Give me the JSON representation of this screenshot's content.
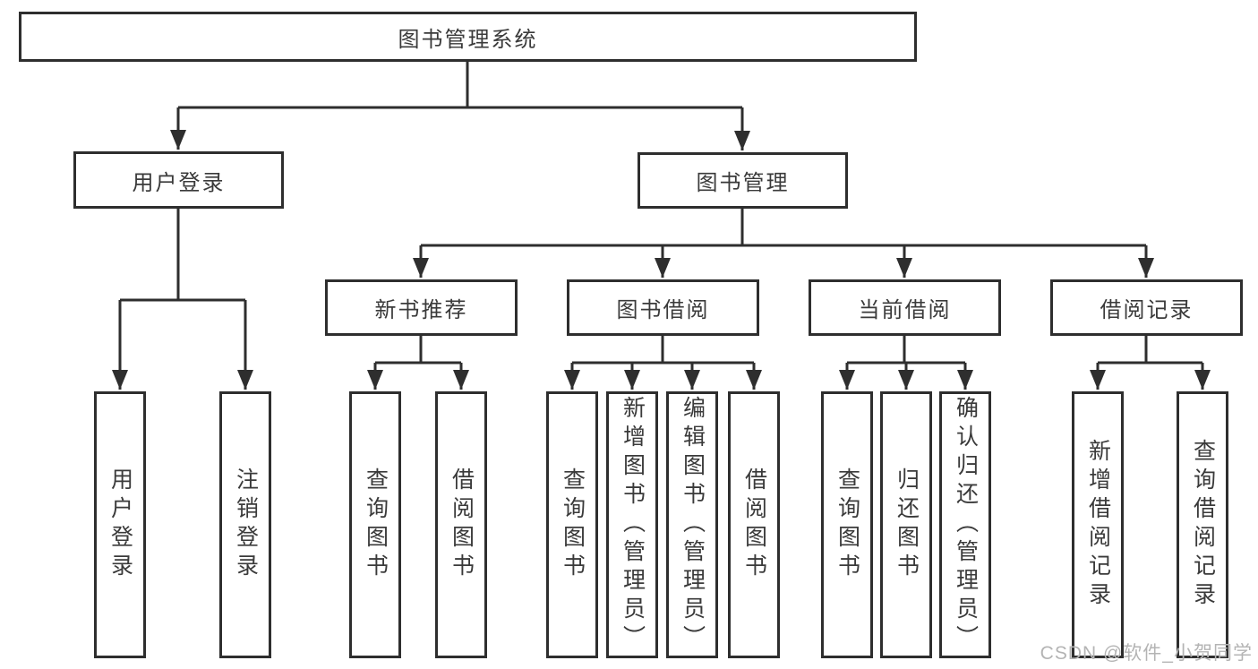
{
  "watermark": "CSDN @软件_小贺同学",
  "colors": {
    "line": "#2e2e2e",
    "text": "#3a3a3a",
    "watermark": "#b4b4b4"
  },
  "tree": {
    "root": "图书管理系统",
    "branches": [
      {
        "label": "用户登录",
        "children": [
          "用户登录",
          "注销登录"
        ]
      },
      {
        "label": "图书管理",
        "children": [
          {
            "label": "新书推荐",
            "children": [
              "查询图书",
              "借阅图书"
            ]
          },
          {
            "label": "图书借阅",
            "children": [
              "查询图书",
              "新增图书（管理员）",
              "编辑图书（管理员）",
              "借阅图书"
            ]
          },
          {
            "label": "当前借阅",
            "children": [
              "查询图书",
              "归还图书",
              "确认归还（管理员）"
            ]
          },
          {
            "label": "借阅记录",
            "children": [
              "新增借阅记录",
              "查询借阅记录"
            ]
          }
        ]
      }
    ]
  }
}
